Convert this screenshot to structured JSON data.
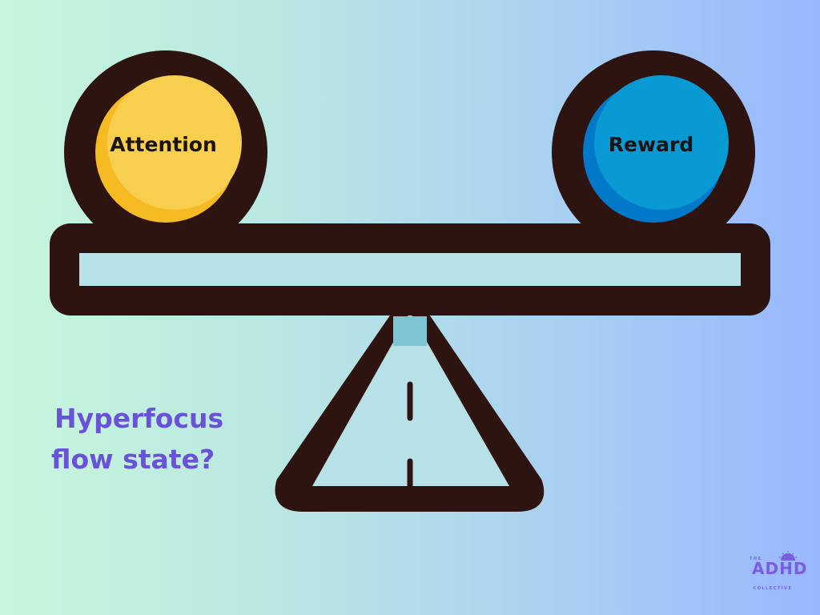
{
  "diagram": {
    "left_ball_label": "Attention",
    "right_ball_label": "Reward",
    "caption_line1": "Hyperfocus",
    "caption_line2": "flow state?"
  },
  "logo": {
    "top": "THE",
    "main": "ADHD",
    "bottom": "COLLECTIVE"
  },
  "colors": {
    "outline": "#2e1410",
    "beam_fill": "#b6e2e8",
    "attention_ball": "#f8ce4e",
    "reward_ball": "#0a9ad3",
    "caption": "#6a52d8"
  }
}
